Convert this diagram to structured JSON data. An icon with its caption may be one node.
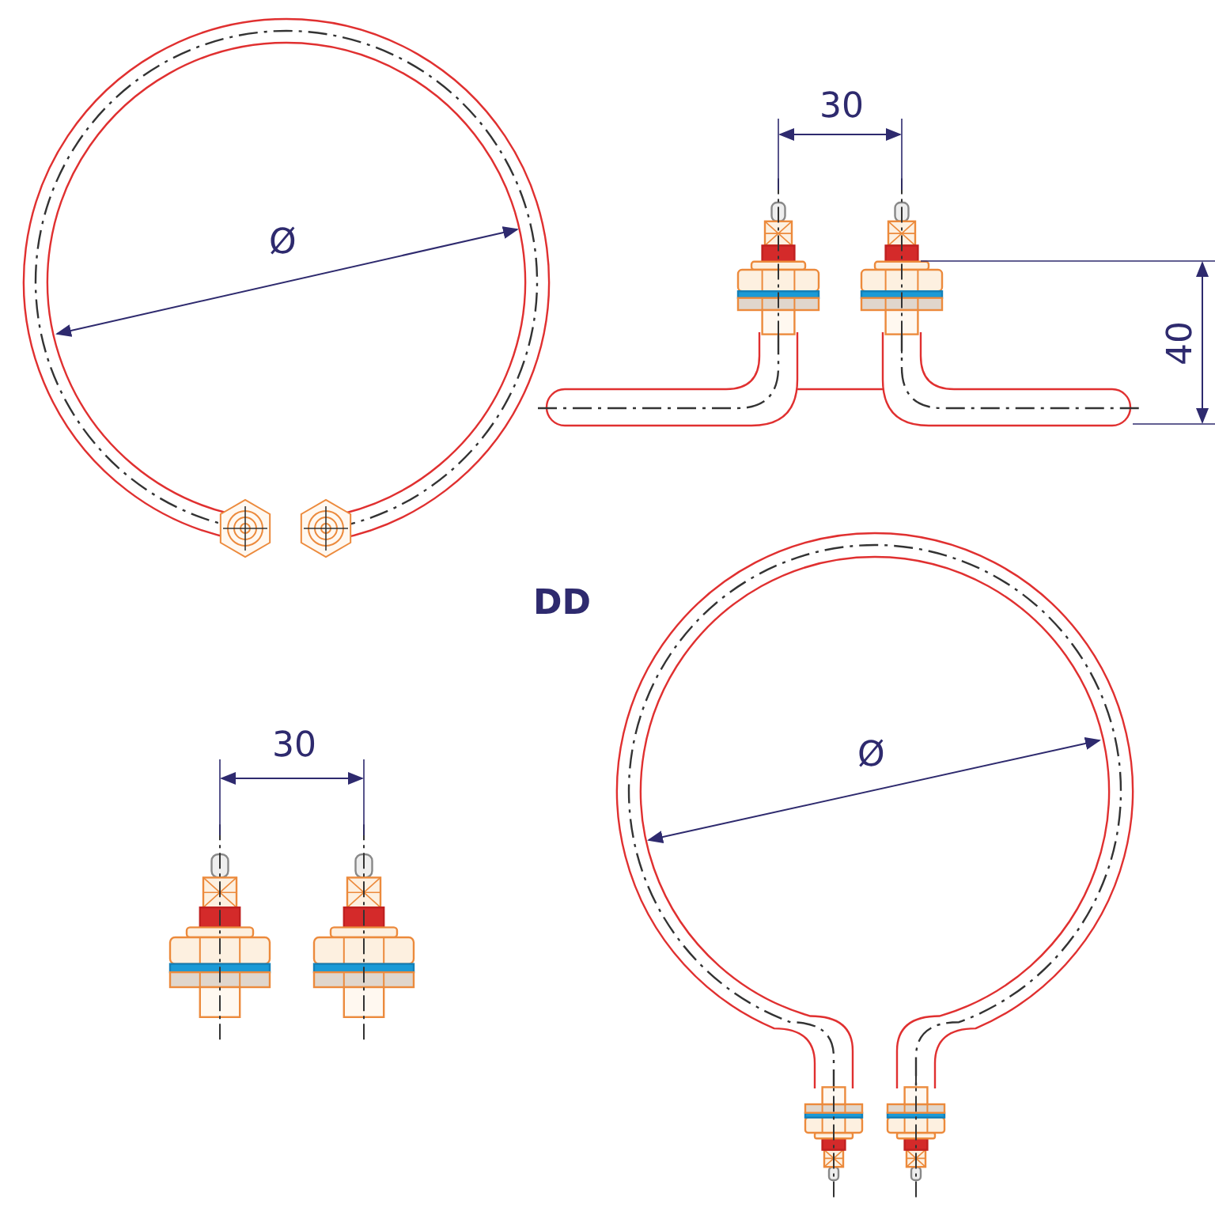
{
  "diagram": {
    "labels": [
      "Ø",
      "30",
      "40",
      "DD",
      "30",
      "Ø"
    ]
  }
}
